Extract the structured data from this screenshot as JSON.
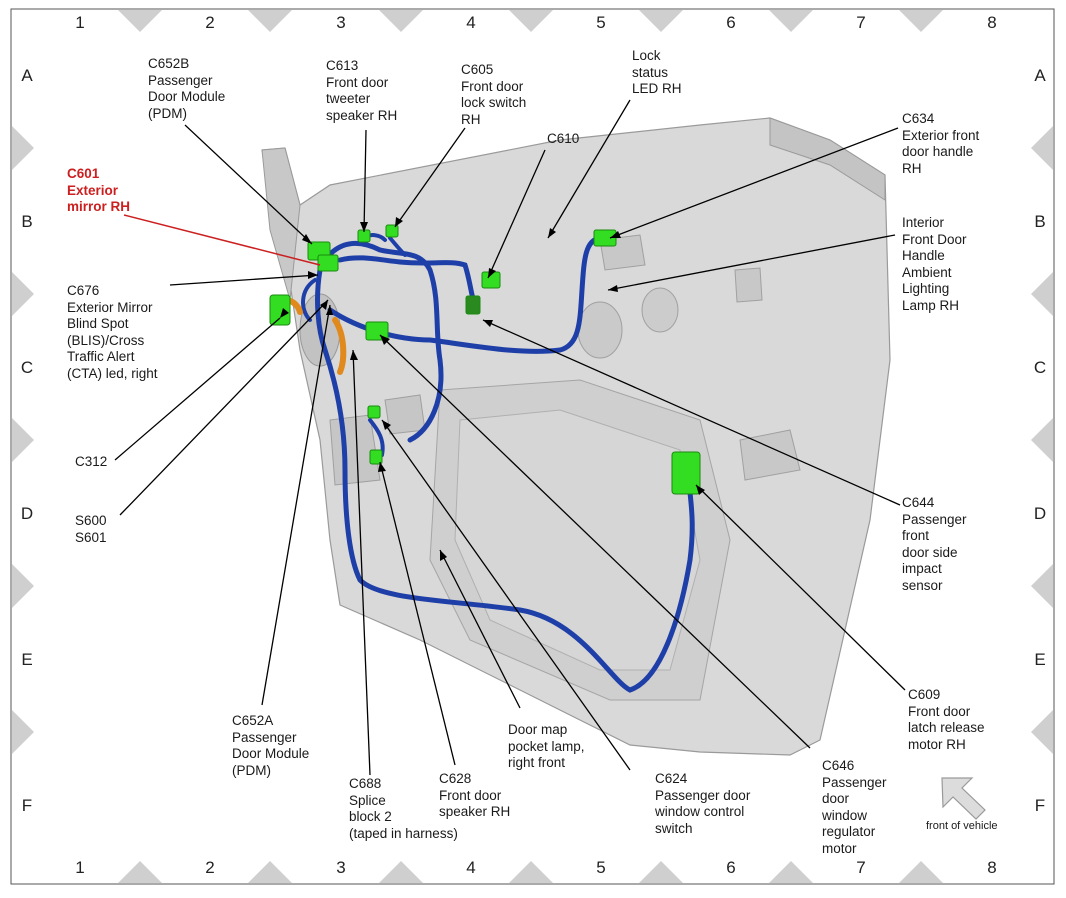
{
  "grid": {
    "columns": [
      "1",
      "2",
      "3",
      "4",
      "5",
      "6",
      "7",
      "8"
    ],
    "rows": [
      "A",
      "B",
      "C",
      "D",
      "E",
      "F"
    ]
  },
  "labels": {
    "c652b": "C652B\nPassenger\nDoor Module\n(PDM)",
    "c613": "C613\nFront door\ntweeter\nspeaker RH",
    "c605": "C605\nFront door\nlock switch\nRH",
    "lock_status": "Lock\nstatus\nLED RH",
    "c610": "C610",
    "c634": "C634\nExterior front\ndoor handle\nRH",
    "c601": "C601\nExterior\nmirror RH",
    "interior_handle": "Interior\nFront Door\nHandle\nAmbient\nLighting\nLamp RH",
    "c676": "C676\nExterior Mirror\nBlind Spot\n(BLIS)/Cross\nTraffic Alert\n(CTA) led, right",
    "c312": "C312",
    "s600": "S600\nS601",
    "c644": "C644\nPassenger\nfront\ndoor side\nimpact\nsensor",
    "c609": "C609\nFront door\nlatch release\nmotor RH",
    "c652a": "C652A\nPassenger\nDoor Module\n(PDM)",
    "door_map": "Door map\npocket lamp,\nright front",
    "c688": "C688\nSplice\nblock 2\n(taped in harness)",
    "c628": "C628\nFront door\nspeaker RH",
    "c624": "C624\nPassenger door\nwindow control\nswitch",
    "c646": "C646\nPassenger\ndoor\nwindow\nregulator\nmotor",
    "front_of_vehicle": "front of vehicle"
  },
  "colors": {
    "connector": "#33dd22",
    "harness": "#1f3fa8",
    "panel": "#d9d9d9",
    "highlight_label": "#cc1f1f",
    "marker": "#cfcfcf"
  },
  "icons": {
    "direction_arrow": "arrow-up-left-icon"
  }
}
